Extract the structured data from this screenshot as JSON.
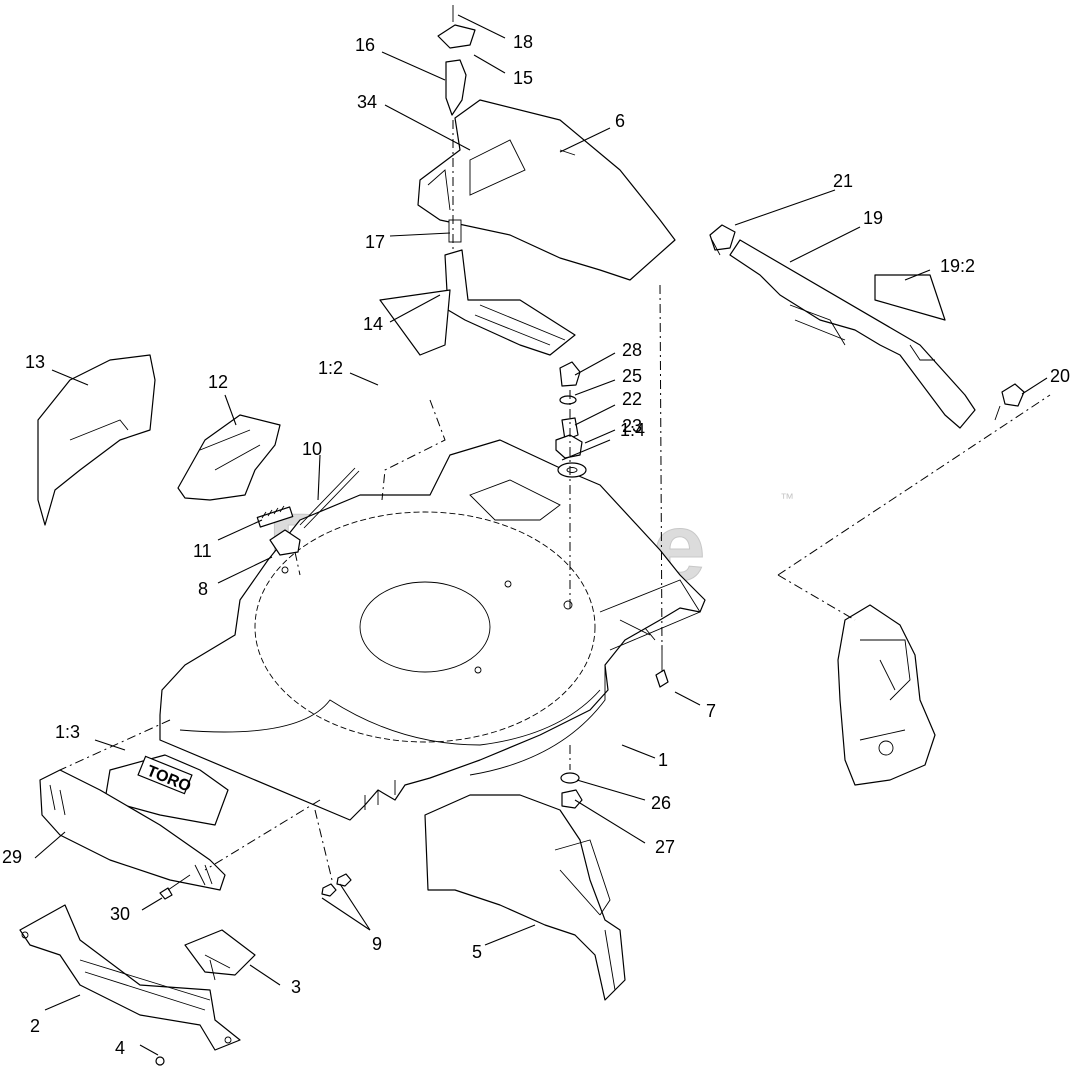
{
  "watermark": {
    "text": "PartsTree",
    "trademark": "™"
  },
  "deck_brand": "TORO",
  "callouts": {
    "c1": "1",
    "c1_2": "1:2",
    "c1_3": "1:3",
    "c1_4": "1:4",
    "c2": "2",
    "c3": "3",
    "c4": "4",
    "c5": "5",
    "c6": "6",
    "c7": "7",
    "c8": "8",
    "c9": "9",
    "c10": "10",
    "c11": "11",
    "c12": "12",
    "c13": "13",
    "c14": "14",
    "c15": "15",
    "c16": "16",
    "c17": "17",
    "c18": "18",
    "c19": "19",
    "c19_2": "19:2",
    "c20": "20",
    "c21": "21",
    "c22": "22",
    "c23": "23",
    "c25": "25",
    "c26": "26",
    "c27": "27",
    "c28": "28",
    "c29": "29",
    "c30": "30",
    "c34": "34"
  }
}
